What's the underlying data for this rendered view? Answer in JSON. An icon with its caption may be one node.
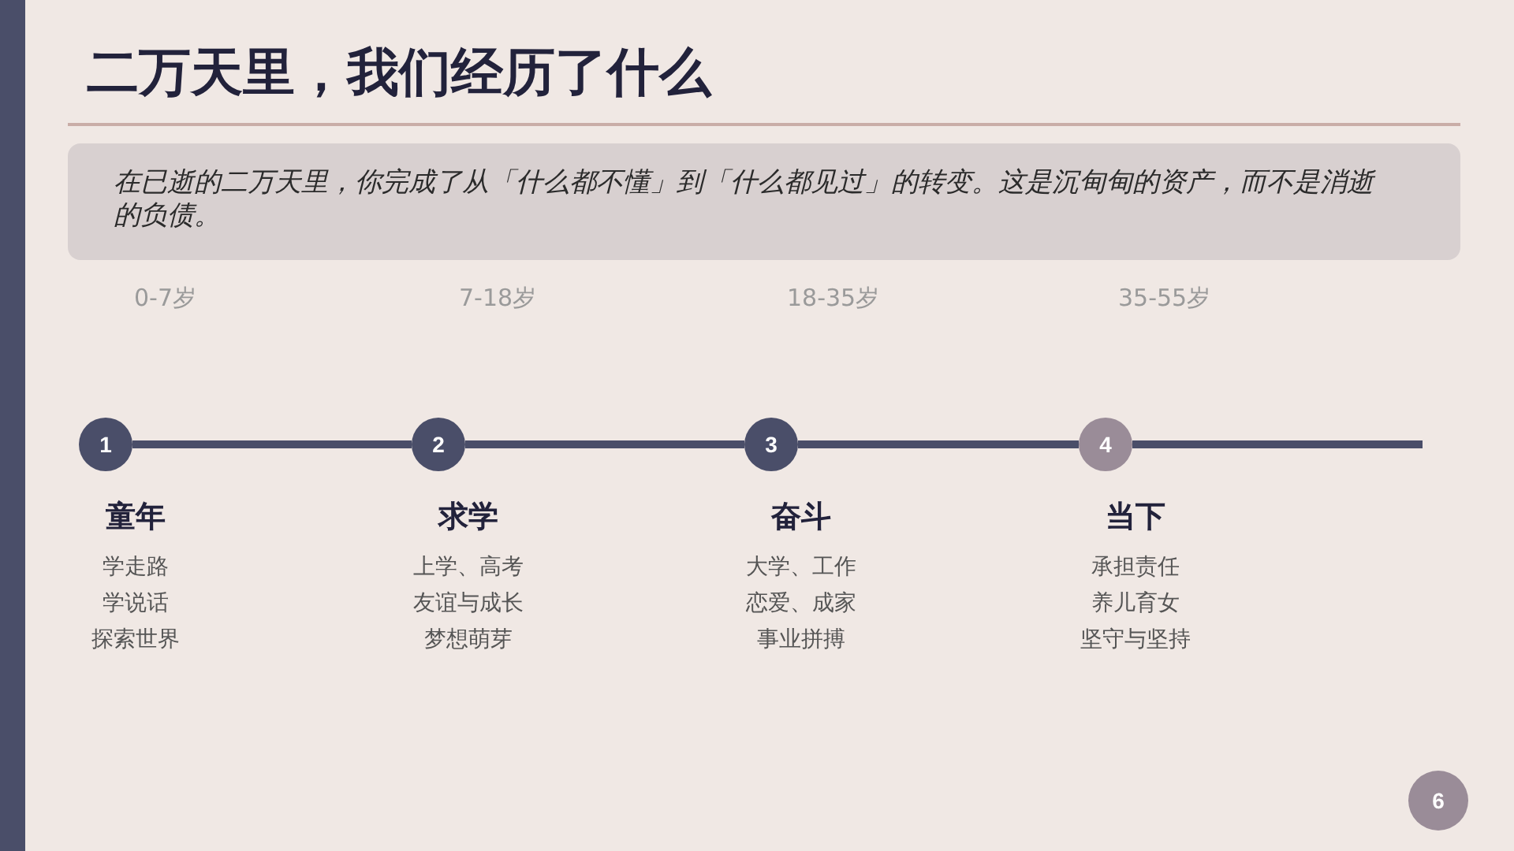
{
  "diagram": {
    "title": "二万天里，我们经历了什么",
    "nodes": [
      {
        "text": [
          "在已逝的二万天里，你完成了从「什么都不懂」到「什么都见过」的转变。这是沉甸甸的资产，而不是消逝的负债。"
        ]
      },
      {
        "text": [
          "1"
        ],
        "beside": [
          "童年",
          "学走路",
          "学说话",
          "探索世界"
        ]
      },
      {
        "text": [
          "2"
        ],
        "beside": [
          "求学",
          "上学、高考",
          "友谊与成长",
          "梦想萌芽"
        ]
      },
      {
        "text": [
          "3"
        ],
        "beside": [
          "奋斗",
          "大学、工作",
          "恋爱、成家",
          "事业拼搏"
        ]
      },
      {
        "text": [
          "4"
        ],
        "beside": [
          "当下",
          "承担责任",
          "养儿育女",
          "坚守与坚持"
        ]
      },
      {
        "text": [
          "6"
        ]
      },
      {
        "text": [],
        "shape": "bar"
      }
    ],
    "edges": [
      {
        "from": 1,
        "to": 2,
        "arrow": "none"
      },
      {
        "from": 2,
        "to": 3,
        "arrow": "none"
      },
      {
        "from": 3,
        "to": 4,
        "arrow": "none"
      },
      {
        "from": 4,
        "to": null,
        "arrow": "none"
      }
    ],
    "labels": [
      "0-7岁",
      "7-18岁",
      "18-35岁",
      "35-55岁"
    ]
  }
}
